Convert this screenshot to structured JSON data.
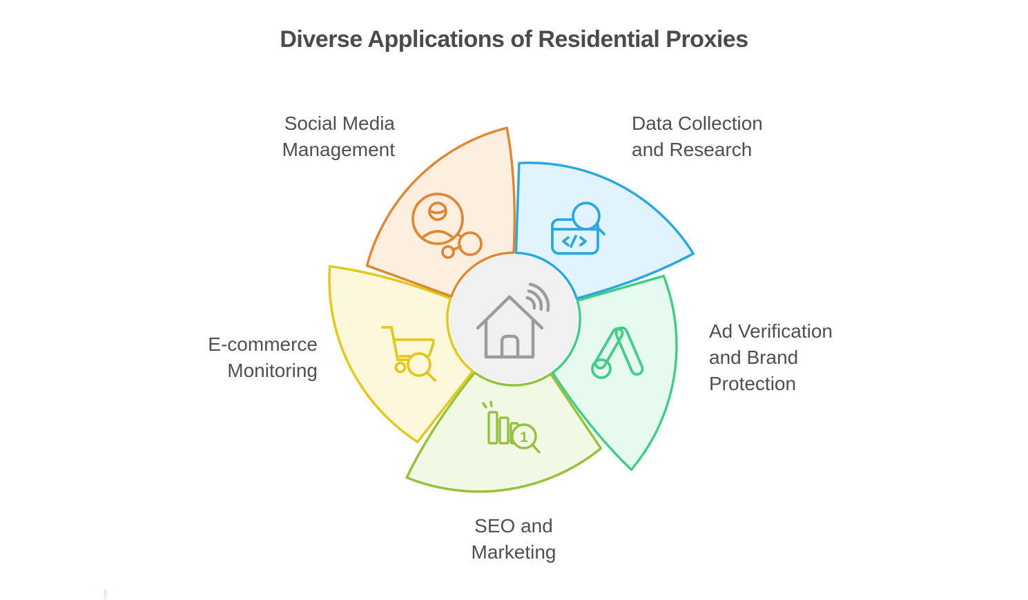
{
  "title": "Diverse Applications of Residential Proxies",
  "center": {
    "icon": "house-wifi-icon",
    "bg": "#F0F0F0",
    "icon_color": "#9B9B9B"
  },
  "segments": [
    {
      "id": "data-collection",
      "label": "Data Collection and Research",
      "stroke": "#2BA7E0",
      "fill": "#E1F3FB",
      "icon": "browser-code-search-icon"
    },
    {
      "id": "ad-verification",
      "label": "Ad Verification and Brand Protection",
      "stroke": "#41CD85",
      "fill": "#E6FAF0",
      "icon": "google-ads-icon"
    },
    {
      "id": "seo-marketing",
      "label": "SEO and Marketing",
      "stroke": "#95C23E",
      "fill": "#F1F8E3",
      "icon": "ranking-chart-search-icon",
      "rank_text": "1"
    },
    {
      "id": "ecommerce-monitoring",
      "label": "E-commerce Monitoring",
      "stroke": "#E2C81D",
      "fill": "#FCF7DA",
      "icon": "cart-search-icon"
    },
    {
      "id": "social-media",
      "label": "Social Media Management",
      "stroke": "#DE8734",
      "fill": "#FCEFE0",
      "icon": "user-network-icon"
    }
  ]
}
